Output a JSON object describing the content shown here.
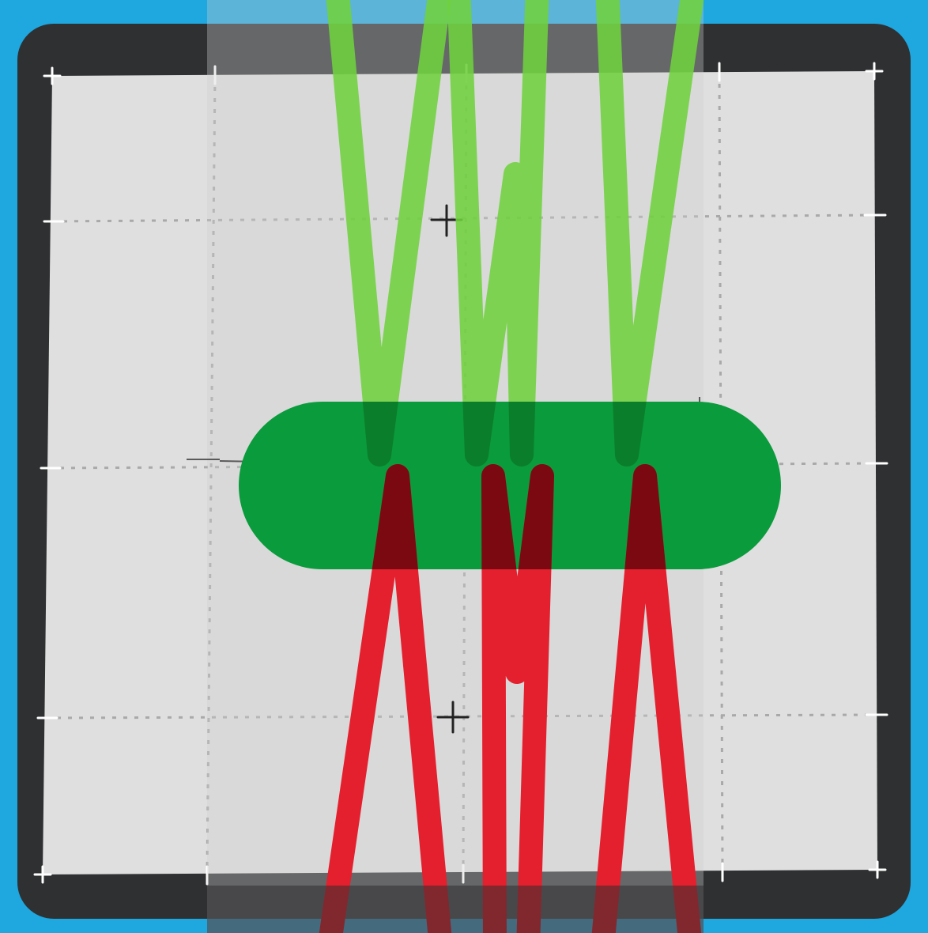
{
  "scene": {
    "background_color": "#1fa7df",
    "frame_color": "#2f3032",
    "paper_color": "#dfdfdf",
    "grid_line_color": "#a9a9a9",
    "tick_color": "#ffffff",
    "cross_mark_color": "#222222",
    "overlay_tint_color": "#cfcfcf"
  },
  "pad": {
    "shape": "stadium",
    "color": "#0a9b3c"
  },
  "strands": {
    "green": {
      "color": "#6fd13e",
      "shape_count": 3,
      "overlap_color": "#0b7e2b"
    },
    "red": {
      "color": "#e4202e",
      "shape_count": 3,
      "overlap_color": "#7b0912"
    }
  }
}
